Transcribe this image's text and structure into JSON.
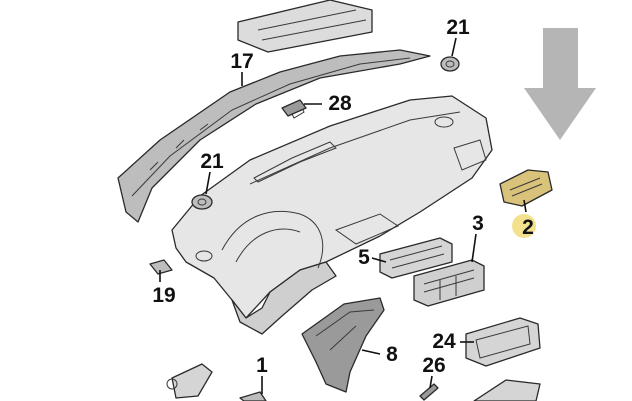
{
  "callouts": [
    {
      "id": "21-top",
      "label": "21"
    },
    {
      "id": "17",
      "label": "17"
    },
    {
      "id": "28",
      "label": "28"
    },
    {
      "id": "21-left",
      "label": "21"
    },
    {
      "id": "2",
      "label": "2"
    },
    {
      "id": "3",
      "label": "3"
    },
    {
      "id": "5",
      "label": "5"
    },
    {
      "id": "19",
      "label": "19"
    },
    {
      "id": "8",
      "label": "8"
    },
    {
      "id": "24",
      "label": "24"
    },
    {
      "id": "1",
      "label": "1"
    },
    {
      "id": "26",
      "label": "26"
    }
  ],
  "colors": {
    "part_fill": "#e6e6e6",
    "part_shade": "#cfcfcf",
    "part_dark": "#9a9a9a",
    "highlight_part": "#d9c27a",
    "highlight_marker": "#f2dc7a",
    "arrow": "#b5b5b5",
    "ink": "#111111"
  }
}
